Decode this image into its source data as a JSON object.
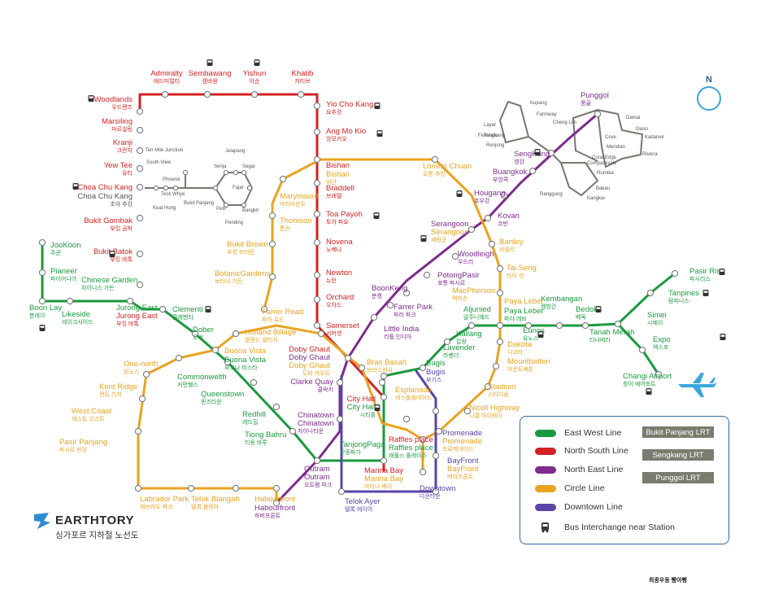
{
  "colors": {
    "ew": "#1a9a3f",
    "ns": "#d42222",
    "ne": "#7e2a8e",
    "cc": "#e8a321",
    "dt": "#5a45a8",
    "lrt": "#77776e",
    "compass": "#3aa7dd",
    "brand": "#2d8cd4"
  },
  "compass": {
    "label": "N",
    "icon": "compass-icon"
  },
  "legend": {
    "ew": "East West Line",
    "ns": "North South Line",
    "ne": "North East Line",
    "cc": "Circle Line",
    "dt": "Downtown Line",
    "bus": "Bus Interchange near Station",
    "bp": "Bukit Panjang LRT",
    "sk": "Sengkang LRT",
    "pg": "Punggol LRT"
  },
  "brand": {
    "name": "EARTHTORY",
    "subtitle": "싱가포르 지하철 노선도",
    "icon": "earthtory-logo-icon"
  },
  "credit": "최종우동 빵야빵",
  "labels": [
    {
      "id": "admiralty",
      "en": "Admiralty",
      "ko": "애드미럴티",
      "c": "ns"
    },
    {
      "id": "sembawang",
      "en": "Sembawang",
      "ko": "셈바왕",
      "c": "ns"
    },
    {
      "id": "yishun",
      "en": "Yishun",
      "ko": "이순",
      "c": "ns"
    },
    {
      "id": "khatib",
      "en": "Khatib",
      "ko": "카티브",
      "c": "ns"
    },
    {
      "id": "woodlands",
      "en": "Woodlands",
      "ko": "우드랜즈",
      "c": "ns"
    },
    {
      "id": "marsiling",
      "en": "Marsiling",
      "ko": "마르실링",
      "c": "ns"
    },
    {
      "id": "kranji",
      "en": "Kranji",
      "ko": "크란지",
      "c": "ns"
    },
    {
      "id": "yewtee",
      "en": "Yew Tee",
      "ko": "유티",
      "c": "ns"
    },
    {
      "id": "ccknsl",
      "en": "Choa Chu Kang",
      "c": "ns"
    },
    {
      "id": "cckbp",
      "en": "Choa Chu Kang",
      "ko": "초아 추캉",
      "c": "lrt"
    },
    {
      "id": "bukitgombak",
      "en": "Bukit Gombak",
      "ko": "부킷 곰박",
      "c": "ns"
    },
    {
      "id": "bukitbatok",
      "en": "Bukit Batok",
      "ko": "부킷 바톡",
      "c": "ns"
    },
    {
      "id": "yiochukang",
      "en": "Yio Cho Kang",
      "ko": "요추캉",
      "c": "ns"
    },
    {
      "id": "angmokio",
      "en": "Ang Mo Kio",
      "ko": "앙모키오",
      "c": "ns"
    },
    {
      "id": "bishanns",
      "en": "Bishan",
      "c": "ns"
    },
    {
      "id": "bishancc",
      "en": "Bishan",
      "ko": "비샨",
      "c": "cc"
    },
    {
      "id": "braddell",
      "en": "Braddell",
      "ko": "브래델",
      "c": "ns"
    },
    {
      "id": "toapayoh",
      "en": "Toa Payoh",
      "ko": "토아 파요",
      "c": "ns"
    },
    {
      "id": "novena",
      "en": "Novena",
      "ko": "노베나",
      "c": "ns"
    },
    {
      "id": "newton",
      "en": "Newton",
      "ko": "뉴턴",
      "c": "ns"
    },
    {
      "id": "orchard",
      "en": "Orchard",
      "ko": "오차드",
      "c": "ns"
    },
    {
      "id": "somerset",
      "en": "Somerset",
      "ko": "서머셋",
      "c": "ns"
    },
    {
      "id": "dhgns",
      "en": "Doby Ghaut",
      "c": "ns"
    },
    {
      "id": "dhgne",
      "en": "Doby Ghaut",
      "c": "ne"
    },
    {
      "id": "dhgcc",
      "en": "Doby Ghaut",
      "ko": "도비 가우트",
      "c": "cc"
    },
    {
      "id": "clarkequay",
      "en": "Clarke Quay",
      "ko": "클락키",
      "c": "ne"
    },
    {
      "id": "cityhallns",
      "en": "City Hall",
      "c": "ns"
    },
    {
      "id": "cityhallew",
      "en": "City Hall",
      "ko": "시티홀",
      "c": "ew"
    },
    {
      "id": "rafflesns",
      "en": "Raffles place",
      "c": "ns"
    },
    {
      "id": "rafflesew",
      "en": "Raffles place",
      "ko": "래플스 플레이스",
      "c": "ew"
    },
    {
      "id": "marinans",
      "en": "Marina Bay",
      "c": "ns"
    },
    {
      "id": "marinacc",
      "en": "Marina Bay",
      "ko": "마리나 베이",
      "c": "cc"
    },
    {
      "id": "joo",
      "en": "JooKoon",
      "ko": "주쿤",
      "c": "ew"
    },
    {
      "id": "pioneer",
      "en": "Pianeer",
      "ko": "파이어니어",
      "c": "ew"
    },
    {
      "id": "boonlay",
      "en": "Boon Lay",
      "ko": "분레이",
      "c": "ew"
    },
    {
      "id": "lakeside",
      "en": "Likeside",
      "ko": "레이크사이드",
      "c": "ew"
    },
    {
      "id": "chinesegarden",
      "en": "Chinese Garden",
      "ko": "차이니스 가든",
      "c": "ew"
    },
    {
      "id": "jurongew",
      "en": "Jurong East",
      "c": "ew"
    },
    {
      "id": "jurongns",
      "en": "Jurong East",
      "ko": "부킷 바톡",
      "c": "ns"
    },
    {
      "id": "clementi",
      "en": "Clementi",
      "ko": "클레멘티",
      "c": "ew"
    },
    {
      "id": "dober",
      "en": "Dober",
      "ko": "도버",
      "c": "ew"
    },
    {
      "id": "buonacc",
      "en": "Buona Vista",
      "c": "cc"
    },
    {
      "id": "buonaew",
      "en": "Buona Vista",
      "ko": "부오나 비스타",
      "c": "ew"
    },
    {
      "id": "commonwealth",
      "en": "Commonwelth",
      "ko": "커먼웰스",
      "c": "ew"
    },
    {
      "id": "queenstown",
      "en": "Queenstown",
      "ko": "퀸즈타운",
      "c": "ew"
    },
    {
      "id": "redhill",
      "en": "Redhill",
      "ko": "레드힐",
      "c": "ew"
    },
    {
      "id": "tiongbahru",
      "en": "Tiong Bahru",
      "ko": "티옹 바루",
      "c": "ew"
    },
    {
      "id": "outramew",
      "en": "Outram",
      "c": "ne"
    },
    {
      "id": "outramne",
      "en": "Outram",
      "ko": "오트램 파크",
      "c": "ne"
    },
    {
      "id": "tanjongpagar",
      "en": "TanjongPaga",
      "ko": "탄종파가",
      "c": "ew"
    },
    {
      "id": "chinatownne",
      "en": "Chinatown",
      "c": "ne"
    },
    {
      "id": "chinatowndt",
      "en": "Chinatown",
      "ko": "차이나타운",
      "c": "ne"
    },
    {
      "id": "bugisew",
      "en": "Bugis",
      "c": "ew"
    },
    {
      "id": "bugisdt",
      "en": "Bugis",
      "ko": "부기스",
      "c": "dt"
    },
    {
      "id": "lavender",
      "en": "Lavender",
      "ko": "라벤더",
      "c": "ew"
    },
    {
      "id": "kallang",
      "en": "Kallang",
      "ko": "칼랑",
      "c": "ew"
    },
    {
      "id": "aljunied",
      "en": "Aljunied",
      "ko": "알주니에드",
      "c": "ew"
    },
    {
      "id": "payalebercc",
      "en": "Paya Leber",
      "c": "cc"
    },
    {
      "id": "payaleberew",
      "en": "Paya Leber",
      "ko": "파야 레바",
      "c": "ew"
    },
    {
      "id": "eunos",
      "en": "Eunos",
      "ko": "유노스",
      "c": "ew"
    },
    {
      "id": "kembangan",
      "en": "Kembangan",
      "ko": "켐방간",
      "c": "ew"
    },
    {
      "id": "bedok",
      "en": "Bedok",
      "ko": "베독",
      "c": "ew"
    },
    {
      "id": "tanahmerah",
      "en": "Tanah Merah",
      "ko": "티나메라",
      "c": "ew"
    },
    {
      "id": "simei",
      "en": "Simei",
      "ko": "시메이",
      "c": "ew"
    },
    {
      "id": "tampines",
      "en": "Tanpines",
      "ko": "탐피니스",
      "c": "ew"
    },
    {
      "id": "pasirris",
      "en": "Pasir Ris",
      "ko": "파시리스",
      "c": "ew"
    },
    {
      "id": "expo",
      "en": "Expo",
      "ko": "엑스포",
      "c": "ew"
    },
    {
      "id": "changi",
      "en": "Changi Airport",
      "ko": "창이 에어포트",
      "c": "ew"
    },
    {
      "id": "punggol",
      "en": "Punggol",
      "ko": "풍골",
      "c": "ne"
    },
    {
      "id": "sengkang",
      "en": "SengKang",
      "ko": "셍캉",
      "c": "ne"
    },
    {
      "id": "buangkok",
      "en": "Buangkok",
      "ko": "부앙콕",
      "c": "ne"
    },
    {
      "id": "hougang",
      "en": "Hougang",
      "ko": "호우강",
      "c": "ne"
    },
    {
      "id": "kovan",
      "en": "Kovan",
      "ko": "코반",
      "c": "ne"
    },
    {
      "id": "serangoonne",
      "en": "Serangoon",
      "c": "ne"
    },
    {
      "id": "serangooncc",
      "en": "Serangoon",
      "ko": "세랑군",
      "c": "cc"
    },
    {
      "id": "woodleigh",
      "en": "Woodleigh",
      "ko": "우드리",
      "c": "ne"
    },
    {
      "id": "potongpasir",
      "en": "PotongPasir",
      "ko": "포통 파시르",
      "c": "ne"
    },
    {
      "id": "boonkeng",
      "en": "BoonKeng",
      "ko": "분켕",
      "c": "ne"
    },
    {
      "id": "farrerpark",
      "en": "Farrer Park",
      "ko": "파러 파크",
      "c": "ne"
    },
    {
      "id": "littleindia",
      "en": "Little India",
      "ko": "리틀 인디아",
      "c": "ne"
    },
    {
      "id": "lorongchuan",
      "en": "Lorong Chuan",
      "ko": "로롱 추앙",
      "c": "cc"
    },
    {
      "id": "marymount",
      "en": "Marymount",
      "ko": "마리마운트",
      "c": "cc"
    },
    {
      "id": "thomson",
      "en": "Thomson",
      "ko": "톰슨",
      "c": "cc"
    },
    {
      "id": "bukitbrown",
      "en": "Bukit Brown",
      "ko": "부킷 브라운",
      "c": "cc"
    },
    {
      "id": "botanic",
      "en": "BotanicGardens",
      "ko": "보타닉 가든",
      "c": "cc"
    },
    {
      "id": "farrerroad",
      "en": "Farrer Road",
      "ko": "파러 로드",
      "c": "cc"
    },
    {
      "id": "hollandvillage",
      "en": "Holland Billage",
      "ko": "홀랜드 빌리지",
      "c": "cc"
    },
    {
      "id": "onenorth",
      "en": "One-north",
      "ko": "원노스",
      "c": "cc"
    },
    {
      "id": "kentridge",
      "en": "Kent Ridge",
      "ko": "켄트 리지",
      "c": "cc"
    },
    {
      "id": "westcoast",
      "en": "West Coast",
      "ko": "웨스트 코스트",
      "c": "cc"
    },
    {
      "id": "pasirpanjang",
      "en": "Pasir Panjang",
      "ko": "파시르 판장",
      "c": "cc"
    },
    {
      "id": "labradorpark",
      "en": "Labrador Park",
      "ko": "래브라도 파크",
      "c": "cc"
    },
    {
      "id": "telokblangah",
      "en": "Telok Blangah",
      "ko": "텔록 블랑아",
      "c": "cc"
    },
    {
      "id": "harbourcc",
      "en": "Habourfront",
      "c": "cc"
    },
    {
      "id": "harbourne",
      "en": "Habourfront",
      "ko": "하버프론트",
      "c": "ne"
    },
    {
      "id": "bartley",
      "en": "Bartley",
      "ko": "바틀리",
      "c": "cc"
    },
    {
      "id": "taiseng",
      "en": "Tai Seng",
      "ko": "타이 셍",
      "c": "cc"
    },
    {
      "id": "macpherson",
      "en": "MacPherson",
      "ko": "맥퍼슨",
      "c": "cc"
    },
    {
      "id": "dakota",
      "en": "Dakota",
      "ko": "다코타",
      "c": "cc"
    },
    {
      "id": "mountbatten",
      "en": "Mountbatten",
      "ko": "마운트배튼",
      "c": "cc"
    },
    {
      "id": "stadium",
      "en": "Stadium",
      "ko": "스타디움",
      "c": "cc"
    },
    {
      "id": "nicoll",
      "en": "Nicoll Highway",
      "ko": "니콜 하이웨이",
      "c": "cc"
    },
    {
      "id": "promenadecc",
      "en": "Promenade",
      "c": "dt"
    },
    {
      "id": "promenadedt",
      "en": "Promenade",
      "ko": "프로메네이드",
      "c": "cc"
    },
    {
      "id": "esplanade",
      "en": "Esplanade",
      "ko": "에스플레네이드",
      "c": "cc"
    },
    {
      "id": "brasbasah",
      "en": "Bras Basah",
      "ko": "브라스바사",
      "c": "cc"
    },
    {
      "id": "bayfrontdt",
      "en": "BayFront",
      "c": "dt"
    },
    {
      "id": "bayfrontcc",
      "en": "BayFront",
      "ko": "베이프론트",
      "c": "cc"
    },
    {
      "id": "downtown",
      "en": "Downtown",
      "ko": "다운타운",
      "c": "dt"
    },
    {
      "id": "telokayer",
      "en": "Telok Ayer",
      "ko": "텔록 에이어",
      "c": "dt"
    }
  ],
  "lrt_labels": [
    "Ten Mile Junction",
    "South View",
    "Keat Hong",
    "Teck Whye",
    "Phoenix",
    "Bukit Panjang",
    "Jelapang",
    "Senja",
    "Segar",
    "Fajar",
    "Bangkit",
    "Pending",
    "Petir",
    "Fernvale",
    "Kupang",
    "Farmway",
    "Layar",
    "Cheng Lim",
    "Tongkang",
    "Renjong",
    "Damai",
    "Oasis",
    "Kadaloor",
    "Cove",
    "Meridian",
    "Coral Edge",
    "Riviera",
    "Compassvale",
    "Rumbia",
    "Bakau",
    "Kangkar",
    "Ranggung"
  ]
}
